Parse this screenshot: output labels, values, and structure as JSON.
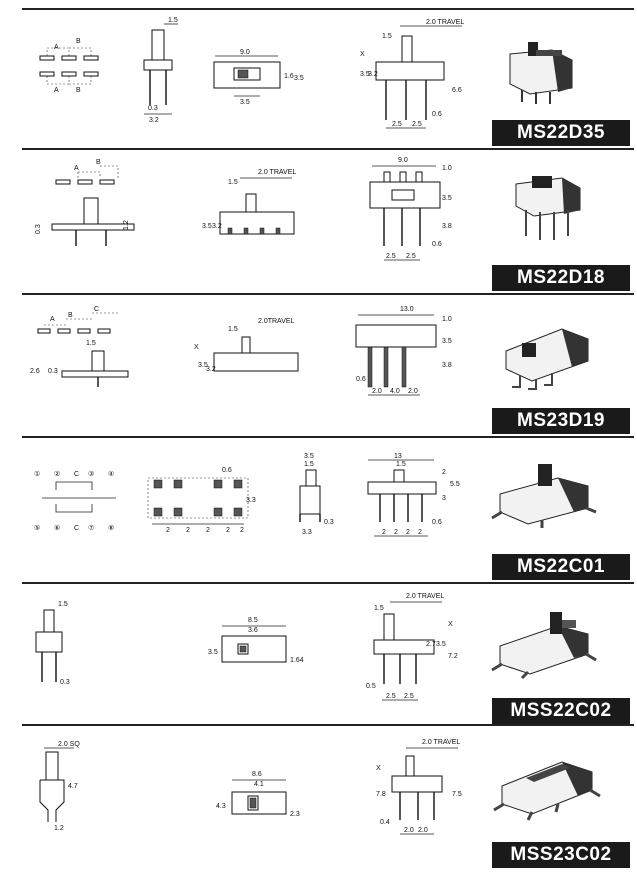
{
  "products": [
    {
      "model": "MS22D35",
      "labels": {
        "A": "A",
        "B": "B",
        "dim_knob": "1.5",
        "dim_pin": "0.3",
        "dim_base": "3.2",
        "dim_len": "9.0",
        "dim_h1": "1.6",
        "dim_h2": "3.5",
        "dim_bottom": "3.5",
        "travel": "2.0 TRAVEL",
        "dim_knob2": "1.5",
        "dim_x": "X",
        "dim_v1": "3.5",
        "dim_v2": "3.2",
        "dim_v3": "6.6",
        "dim_p1": "2.5",
        "dim_p2": "2.5",
        "dim_p3": "0.6"
      }
    },
    {
      "model": "MS22D18",
      "labels": {
        "A": "A",
        "B": "B",
        "dim_03": "0.3",
        "dim_12": "1.2",
        "travel": "2.0  TRAVEL",
        "dim_knob": "1.5",
        "dim_h1": "3.5",
        "dim_h2": "3.2",
        "dim_len": "9.0",
        "dim_v1": "1.0",
        "dim_v2": "3.5",
        "dim_v3": "3.8",
        "dim_p1": "2.5",
        "dim_p2": "2.5",
        "dim_p3": "0.6"
      }
    },
    {
      "model": "MS23D19",
      "labels": {
        "A": "A",
        "B": "B",
        "C": "C",
        "dim_knob": "1.5",
        "dim_26": "2.6",
        "dim_03": "0.3",
        "travel": "2.0TRAVEL",
        "dim_knob2": "1.5",
        "dim_x": "X",
        "dim_h1": "3.5",
        "dim_h2": "3.2",
        "dim_len": "13.0",
        "dim_v1": "1.0",
        "dim_v2": "3.5",
        "dim_v3": "3.8",
        "dim_06": "0.6",
        "dim_p1": "2.0",
        "dim_p2": "4.0",
        "dim_p3": "2.0"
      }
    },
    {
      "model": "MS22C01",
      "labels": {
        "n1": "①",
        "n2": "②",
        "nC": "C",
        "n3": "③",
        "n4": "④",
        "n5": "⑤",
        "n6": "⑥",
        "nC2": "C",
        "n7": "⑦",
        "n8": "⑧",
        "dim_06": "0.6",
        "dim_33": "3.3",
        "dim_2a": "2",
        "dim_2b": "2",
        "dim_2c": "2",
        "dim_2d": "2",
        "dim_2e": "2",
        "dim_35": "3.5",
        "dim_15": "1.5",
        "dim_33b": "3.3",
        "dim_03": "0.3",
        "dim_13": "13",
        "dim_15b": "1.5",
        "dim_v2": "2",
        "dim_v55": "5.5",
        "dim_v3": "3",
        "dim_p2a": "2",
        "dim_p2b": "2",
        "dim_p2c": "2",
        "dim_p2d": "2",
        "dim_p06": "0.6"
      }
    },
    {
      "model": "MSS22C02",
      "labels": {
        "dim_15": "1.5",
        "dim_03": "0.3",
        "dim_85": "8.5",
        "dim_36": "3.6",
        "dim_35": "3.5",
        "dim_164": "1.64",
        "travel": "2.0 TRAVEL",
        "dim_knob": "1.5",
        "dim_x": "X",
        "dim_27": "2.7",
        "dim_35b": "3.5",
        "dim_72": "7.2",
        "dim_05": "0.5",
        "dim_p1": "2.5",
        "dim_p2": "2.5"
      }
    },
    {
      "model": "MSS23C02",
      "labels": {
        "dim_sq": "2.0 SQ",
        "dim_47": "4.7",
        "dim_12": "1.2",
        "dim_86": "8.6",
        "dim_41": "4.1",
        "dim_43": "4.3",
        "dim_23": "2.3",
        "travel": "2.0 TRAVEL",
        "dim_x": "X",
        "dim_78": "7.8",
        "dim_75": "7.5",
        "dim_04": "0.4",
        "dim_p1": "2.0",
        "dim_p2": "2.0"
      }
    }
  ]
}
